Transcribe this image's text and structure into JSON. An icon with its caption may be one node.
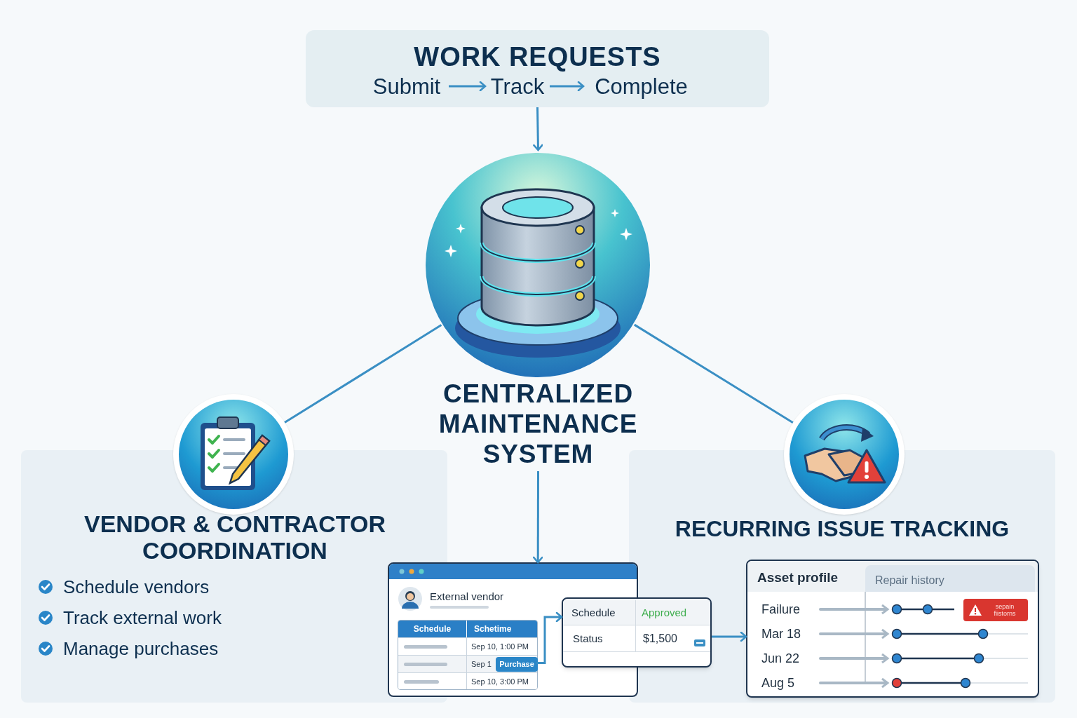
{
  "diagram": {
    "nodes": [
      {
        "text": [
          "WORK REQUESTS"
        ]
      },
      {
        "text": [
          "Submit"
        ],
        "in": 0
      },
      {
        "text": [
          "Track"
        ],
        "in": 0
      },
      {
        "text": [
          "Complete"
        ],
        "in": 0
      },
      {
        "text": [
          "CENTRALIZED MAINTENANCE SYSTEM"
        ]
      },
      {
        "text": [
          "VENDOR & CONTRACTOR COORDINATION",
          "Schedule vendors",
          "Track external work",
          "Manage purchases"
        ]
      },
      {
        "text": [],
        "shape": "circle"
      },
      {
        "text": [
          "RECURRING ISSUE TRACKING"
        ]
      },
      {
        "text": [],
        "shape": "circle"
      },
      {
        "text": [
          "External vendor",
          "Schedule",
          "Schetime",
          "Sep 10, 1:00 PM",
          "Sep 1",
          "Sep 10, 3:00 PM"
        ]
      },
      {
        "text": [
          "Schedule",
          "Approved",
          "Status",
          "$1,500"
        ]
      },
      {
        "text": [
          "Purchase"
        ],
        "in": 9
      },
      {
        "text": [
          "Asset profile",
          "Repair history",
          "Failure",
          "Mar 18",
          "Jun 22",
          "Aug 5",
          "sepain fiistorns"
        ],
        "in": 7
      }
    ],
    "edges": [
      {
        "from": 1,
        "to": 2,
        "arrow": "to"
      },
      {
        "from": 2,
        "to": 3,
        "arrow": "to"
      },
      {
        "from": 0,
        "to": 4,
        "arrow": "to"
      },
      {
        "from": 4,
        "to": 6,
        "arrow": "none"
      },
      {
        "from": 4,
        "to": 8,
        "arrow": "none"
      },
      {
        "from": 4,
        "to": 9,
        "arrow": "to"
      },
      {
        "from": 11,
        "to": 10,
        "arrow": "to"
      },
      {
        "from": 10,
        "to": 12,
        "arrow": "to"
      }
    ]
  }
}
